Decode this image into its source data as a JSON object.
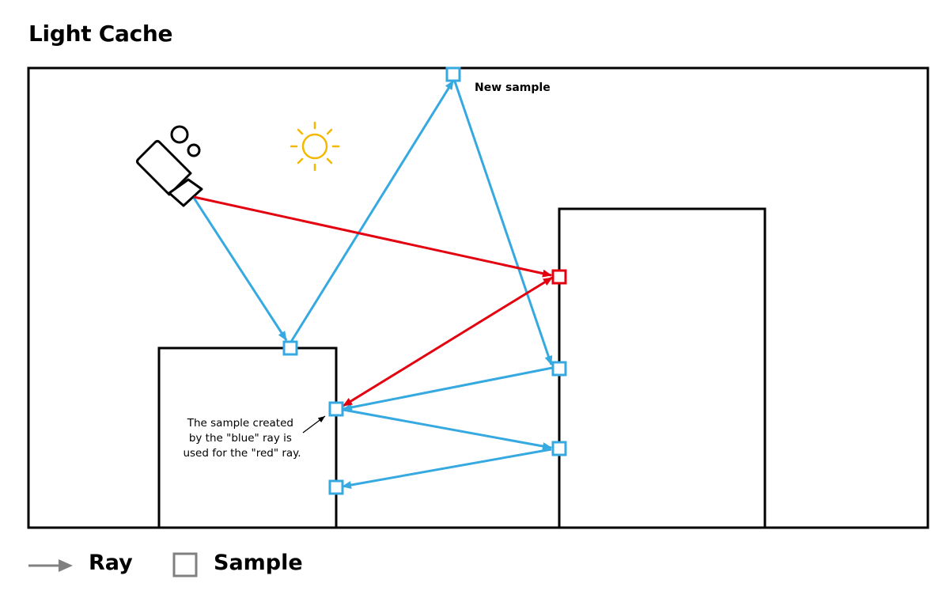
{
  "title": "Light Cache",
  "annotations": {
    "new_sample": "New sample",
    "note": [
      "The sample created",
      "by the \"blue\" ray is",
      "used for the \"red\" ray."
    ]
  },
  "legend": {
    "ray": "Ray",
    "sample": "Sample"
  },
  "colors": {
    "blue_ray": "#36a9e1",
    "red_ray": "#e3000f",
    "sun": "#f5b800",
    "outline": "#000000",
    "legend_gray": "#808080"
  }
}
